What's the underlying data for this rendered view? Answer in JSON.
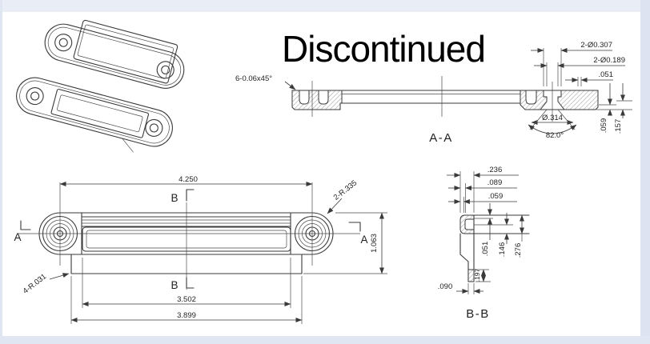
{
  "page": {
    "watermark": "Discontinued"
  },
  "views": {
    "iso": {
      "name": "isometric wireframe preview of bracket, two orientations"
    },
    "aa": {
      "title": "A-A",
      "chamfer": "6-0.06x45°",
      "holes_outer": "2-Ø0.307",
      "holes_inner": "2-Ø0.189",
      "step": ".051",
      "csk": "Ø.314",
      "angle": "82.0°",
      "h_small": ".059",
      "h_big": ".157"
    },
    "front": {
      "cut_a": "A",
      "cut_b": "B",
      "width_centers": "4.250",
      "end_radius": "2-R.335",
      "height": "1.063",
      "fillet": "4-R.031",
      "inner_width": "3.502",
      "flange_width": "3.899"
    },
    "bb": {
      "title": "B-B",
      "w_full": ".236",
      "w_mid": ".089",
      "w_wall": ".059",
      "t_small": ".051",
      "t_mid": ".146",
      "t_full": ".276",
      "leg": ".197",
      "foot": ".090"
    }
  }
}
